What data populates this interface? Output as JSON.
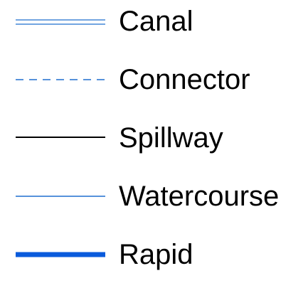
{
  "legend": {
    "items": [
      {
        "label": "Canal",
        "symbol": "double-line",
        "color": "#1f6fcf"
      },
      {
        "label": "Connector",
        "symbol": "dashed-line",
        "color": "#1f6fcf"
      },
      {
        "label": "Spillway",
        "symbol": "solid-line",
        "color": "#000000"
      },
      {
        "label": "Watercourse",
        "symbol": "solid-line",
        "color": "#1f6fcf"
      },
      {
        "label": "Rapid",
        "symbol": "thick-line",
        "color": "#0a5bdc"
      }
    ]
  }
}
